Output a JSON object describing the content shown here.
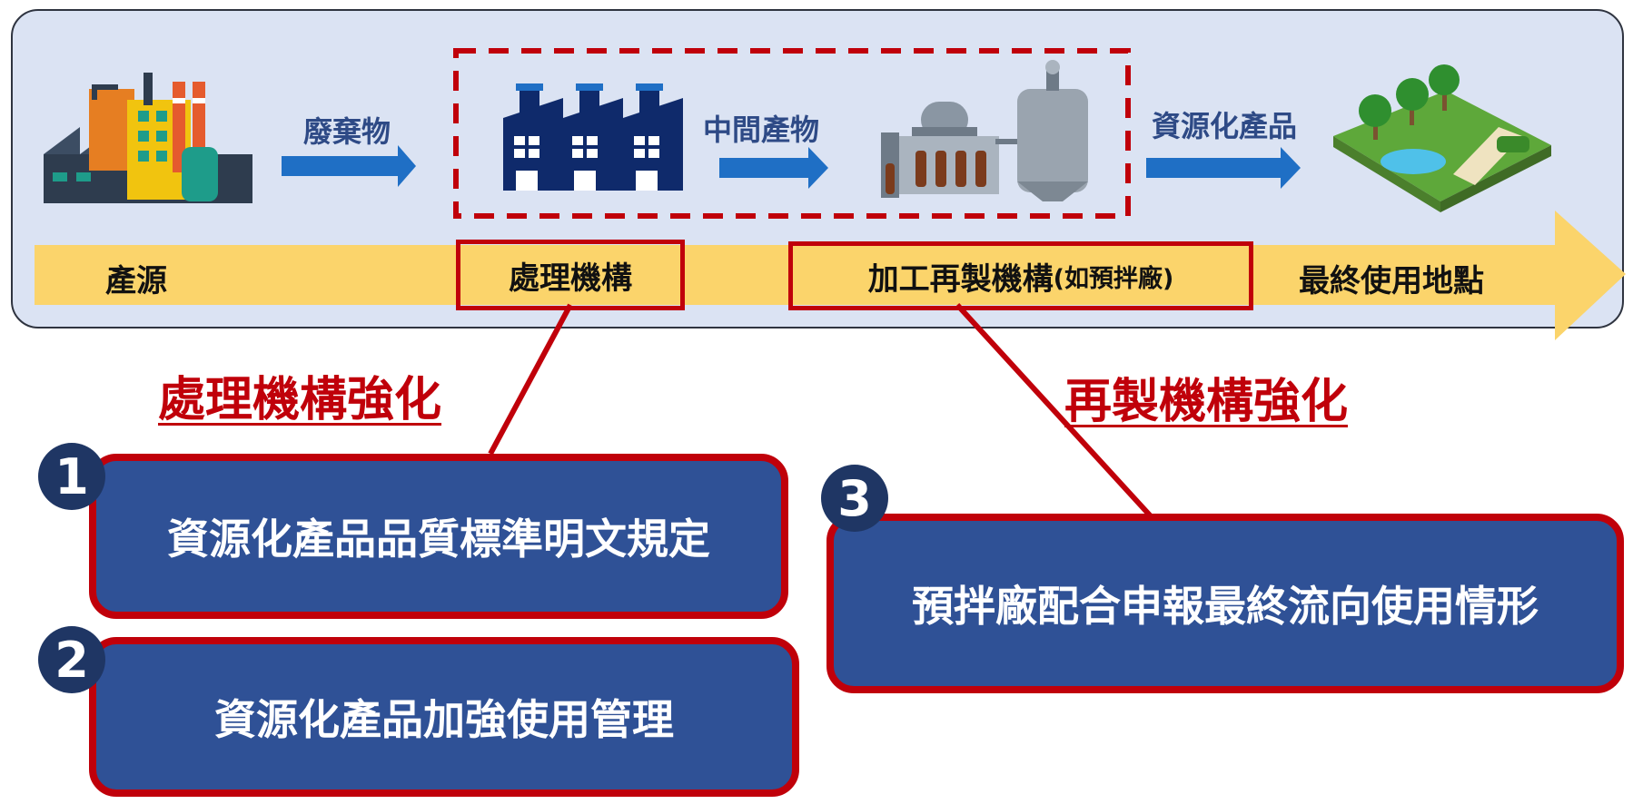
{
  "flow": {
    "waste_label": "廢棄物",
    "intermediate_label": "中間產物",
    "product_label": "資源化產品"
  },
  "band": {
    "source": "產源",
    "treatment": "處理機構",
    "reprocessing_main": "加工再製機構",
    "reprocessing_note": "(如預拌廠)",
    "end_use": "最終使用地點"
  },
  "headings": {
    "treatment_strengthen": "處理機構強化",
    "reprocessing_strengthen": "再製機構強化"
  },
  "actions": [
    {
      "number": "1",
      "text": "資源化產品品質標準明文規定"
    },
    {
      "number": "2",
      "text": "資源化產品加強使用管理"
    },
    {
      "number": "3",
      "text": "預拌廠配合申報最終流向使用情形"
    }
  ],
  "colors": {
    "panel_bg": "#dbe3f3",
    "band": "#fbd46b",
    "accent_red": "#c0000a",
    "box_blue": "#2f5196",
    "arrow_blue": "#1f6fc5",
    "badge_navy": "#1f3664"
  },
  "icons": [
    "industrial-plant-icon",
    "factory-icon",
    "processing-equipment-icon",
    "park-landscape-icon"
  ]
}
